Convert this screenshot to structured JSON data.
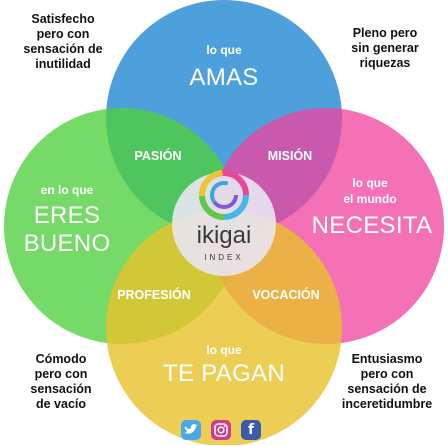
{
  "corners": {
    "top_left": [
      "Satisfecho",
      "pero con",
      "sensación de",
      "inutilidad"
    ],
    "top_right": [
      "Pleno pero",
      "sin generar",
      "riquezas"
    ],
    "bottom_left": [
      "Cómodo",
      "pero con",
      "sensación",
      "de vacío"
    ],
    "bottom_right": [
      "Entusiasmo",
      "pero con",
      "sensación de",
      "inceretidumbre"
    ]
  },
  "circles": {
    "top": {
      "small": "lo que",
      "big": "AMAS",
      "color": "#2e8fd6"
    },
    "left": {
      "small": "en lo que",
      "big1": "ERES",
      "big2": "BUENO",
      "color": "#4fcf3e"
    },
    "right": {
      "small1": "lo que",
      "small2": "el mundo",
      "big": "NECESITA",
      "color": "#f2419c"
    },
    "bottom": {
      "small": "lo que",
      "big": "TE PAGAN",
      "color": "#e8c22a"
    }
  },
  "intersections": {
    "pasion": "PASIÓN",
    "mision": "MISIÓN",
    "profesion": "PROFESIÓN",
    "vocacion": "VOCACIÓN"
  },
  "logo": {
    "name": "ikigai",
    "sub": "INDEX"
  },
  "social": [
    "twitter-icon",
    "instagram-icon",
    "facebook-icon"
  ]
}
